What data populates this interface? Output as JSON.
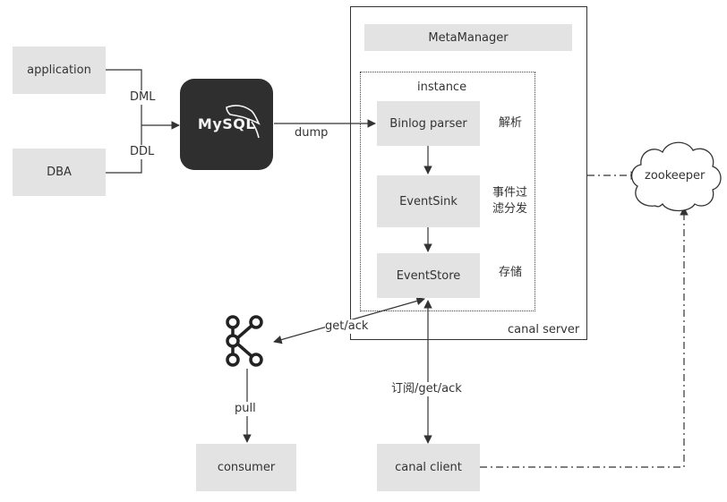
{
  "boxes": {
    "application": "application",
    "dba": "DBA",
    "metamanager": "MetaManager",
    "binlog_parser": "Binlog parser",
    "eventsink": "EventSink",
    "eventstore": "EventStore",
    "consumer": "consumer",
    "canal_client": "canal client"
  },
  "mysql_logo": "MySQL",
  "labels": {
    "dml": "DML",
    "ddl": "DDL",
    "dump": "dump",
    "instance": "instance",
    "canal_server": "canal server",
    "parse": "解析",
    "filter_line1": "事件过",
    "filter_line2": "滤分发",
    "store": "存储",
    "get_ack": "get/ack",
    "subscribe": "订阅/get/ack",
    "pull": "pull",
    "zookeeper": "zookeeper"
  },
  "icons": {
    "kafka": "kafka-icon",
    "cloud": "cloud-icon"
  }
}
